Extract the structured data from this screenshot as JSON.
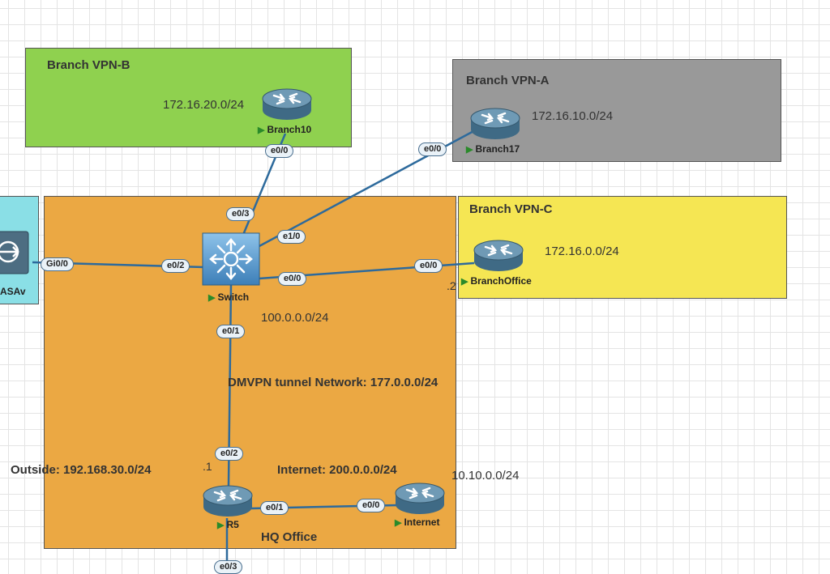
{
  "colors": {
    "vpn_b": "#8fd14f",
    "vpn_a": "#999999",
    "vpn_c": "#f5e653",
    "hq": "#eba843",
    "asa_zone": "#8adfe6",
    "link": "#2d6a9c"
  },
  "zones": {
    "vpn_b": {
      "title": "Branch VPN-B",
      "subnet": "172.16.20.0/24"
    },
    "vpn_a": {
      "title": "Branch VPN-A",
      "subnet": "172.16.10.0/24"
    },
    "vpn_c": {
      "title": "Branch VPN-C",
      "subnet": "172.16.0.0/24"
    },
    "hq": {
      "title": "HQ Office",
      "subnet_switch": "100.0.0.0/24",
      "dmvpn": "DMVPN tunnel Network: 177.0.0.0/24",
      "internet_net": "Internet: 200.0.0.0/24",
      "outside": "Outside: 192.168.30.0/24",
      "extra_net": "10.10.0.0/24",
      "dot1": ".1",
      "dot2": ".2"
    }
  },
  "nodes": {
    "branch10": {
      "label": "Branch10",
      "icon": "router-icon"
    },
    "branch17": {
      "label": "Branch17",
      "icon": "router-icon"
    },
    "branchoffice": {
      "label": "BranchOffice",
      "icon": "router-icon"
    },
    "switch": {
      "label": "Switch",
      "icon": "switch-icon"
    },
    "r5": {
      "label": "R5",
      "icon": "router-icon"
    },
    "internet": {
      "label": "Internet",
      "icon": "router-icon"
    },
    "asav": {
      "label": "ASAv",
      "icon": "firewall-icon"
    }
  },
  "ports": {
    "branch10_e00": "e0/0",
    "branch17_e00": "e0/0",
    "branchoffice_e00": "e0/0",
    "switch_e03": "e0/3",
    "switch_e10": "e1/0",
    "switch_e02": "e0/2",
    "switch_e00": "e0/0",
    "switch_e01": "e0/1",
    "asav_gi00": "Gi0/0",
    "r5_e02": "e0/2",
    "r5_e01": "e0/1",
    "internet_e00": "e0/0",
    "r5_bottom": "e0/3"
  },
  "play_glyph": "▶"
}
